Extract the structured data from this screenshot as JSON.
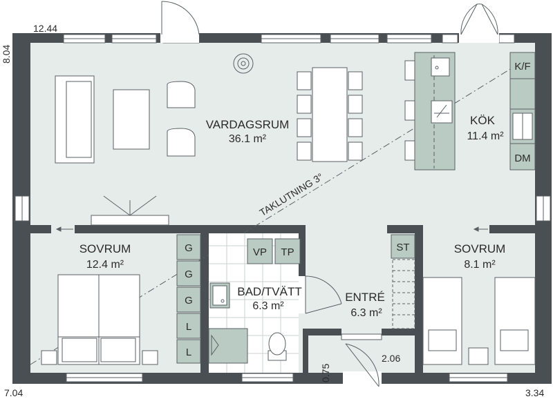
{
  "colors": {
    "wall": "#4a4f54",
    "floor": "#e6ecea",
    "fixture": "#b9cbc3",
    "line": "#5a5f63",
    "white": "#ffffff"
  },
  "dimensions": {
    "top_left": "12.44",
    "left_side": "8.04",
    "bottom_left": "7.04",
    "bottom_right": "3.34",
    "door_height": "0.75",
    "door_width": "2.06"
  },
  "rooms": {
    "living": {
      "name": "VARDAGSRUM",
      "area": "36.1 m²"
    },
    "kitchen": {
      "name": "KÖK",
      "area": "11.4 m²"
    },
    "bedroom_left": {
      "name": "SOVRUM",
      "area": "12.4 m²"
    },
    "bath": {
      "name": "BAD/TVÄTT",
      "area": "6.3 m²"
    },
    "entry": {
      "name": "ENTRÉ",
      "area": "6.3 m²"
    },
    "bedroom_right": {
      "name": "SOVRUM",
      "area": "8.1 m²"
    }
  },
  "roof_pitch": "TAKLUTNING 3°",
  "cabinets": {
    "kitchen_kf": "K/F",
    "kitchen_dm": "DM",
    "bath_vp": "VP",
    "bath_tp": "TP",
    "entry_st": "ST",
    "wardrobe": [
      "G",
      "G",
      "G",
      "L",
      "L"
    ]
  },
  "icons": [
    "door-swing-icon",
    "window-icon",
    "sofa-icon",
    "armchair-icon",
    "dining-table-icon",
    "sink-icon",
    "stove-icon",
    "toilet-icon",
    "shower-icon",
    "bed-icon",
    "fireplace-icon",
    "lamp-icon"
  ]
}
